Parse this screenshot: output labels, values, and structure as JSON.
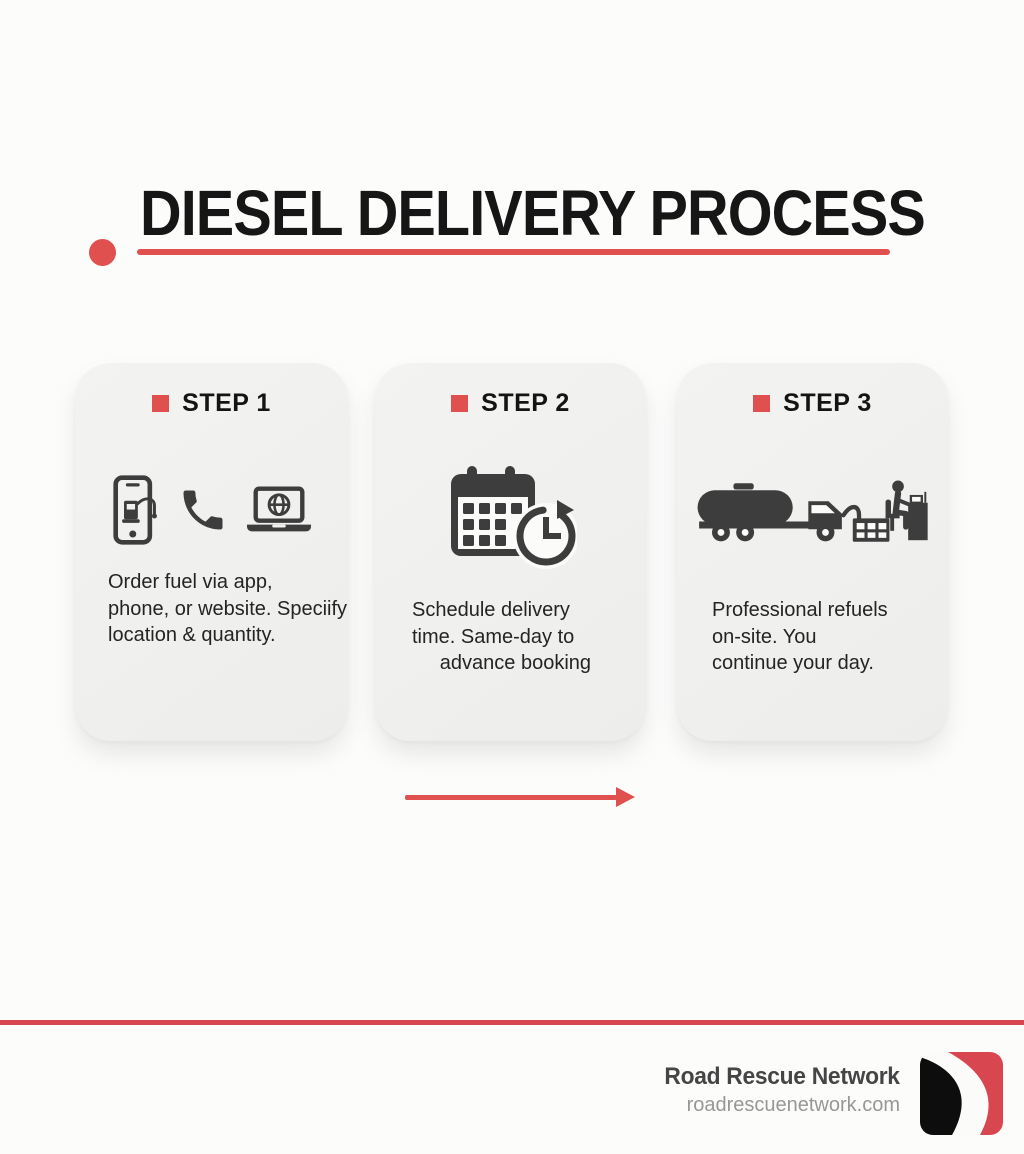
{
  "header": {
    "title": "DIESEL DELIVERY PROCESS"
  },
  "steps": [
    {
      "label": "STEP 1",
      "icons": [
        "smartphone-fuel-app-icon",
        "phone-handset-icon",
        "laptop-globe-icon"
      ],
      "description": "Order fuel via app,\nphone, or website. Speciify\nlocation & quantity."
    },
    {
      "label": "STEP 2",
      "icons": [
        "calendar-clock-icon"
      ],
      "description": "Schedule delivery\ntime. Same-day to\n     advance booking"
    },
    {
      "label": "STEP 3",
      "icons": [
        "tanker-truck-onsite-refuel-icon"
      ],
      "description": "Professional refuels\non-site. You\ncontinue your day."
    }
  ],
  "flow_arrow": {
    "direction": "right"
  },
  "footer": {
    "brand_name": "Road Rescue Network",
    "website": "roadrescuenetwork.com"
  },
  "colors": {
    "accent_red": "#e0504f",
    "footer_line_red": "#d84750",
    "icon_dark": "#3d3d3d",
    "card_background": "#f1f1ef",
    "page_background": "#fcfcfb"
  }
}
